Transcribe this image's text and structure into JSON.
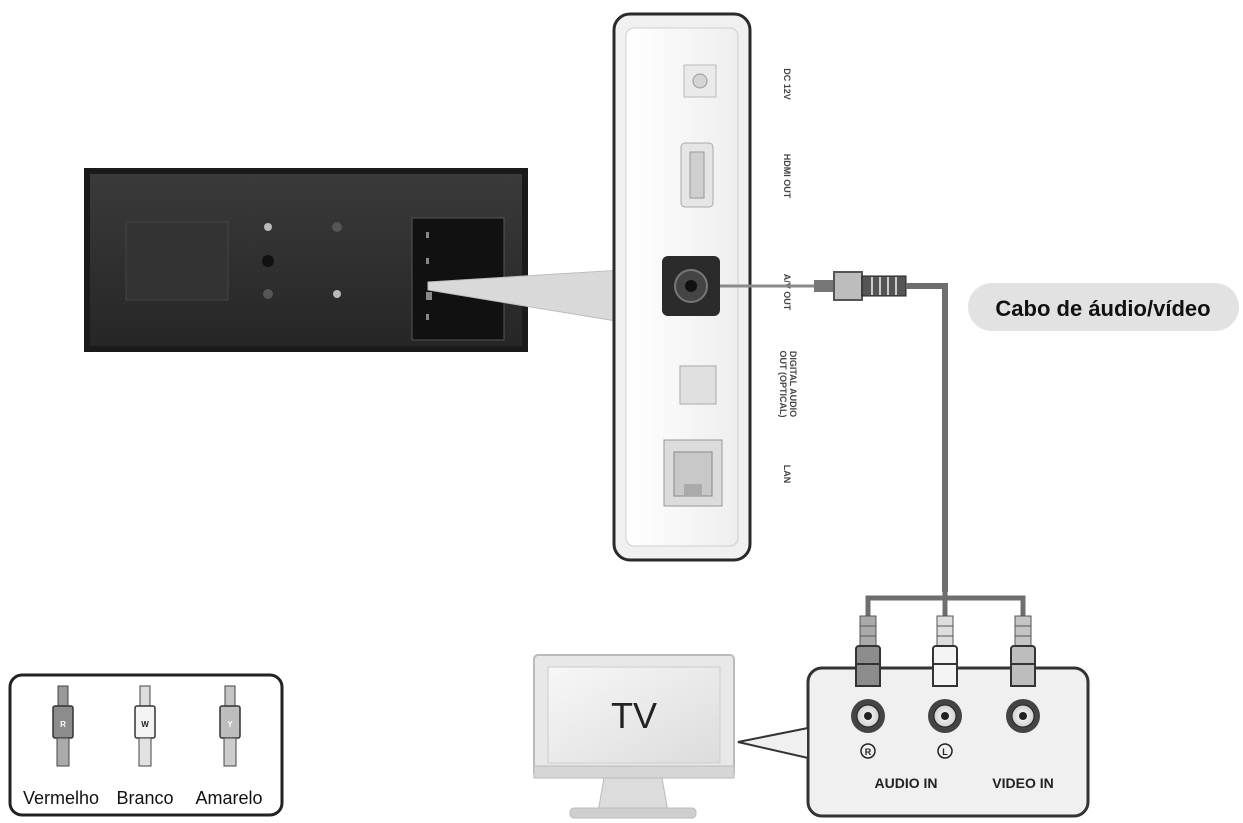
{
  "panel_labels": {
    "dc": "DC 12V",
    "hdmi": "HDMI OUT",
    "av": "A/V OUT",
    "optical_line1": "DIGITAL AUDIO",
    "optical_line2": "OUT (OPTICAL)",
    "lan": "LAN"
  },
  "cable_label": "Cabo de áudio/vídeo",
  "tv_label": "TV",
  "plug_letters": {
    "red": "R",
    "white": "W",
    "yellow": "Y"
  },
  "jack_marks": {
    "right": "R",
    "left": "L"
  },
  "tv_jacks": {
    "audio_in": "AUDIO IN",
    "video_in": "VIDEO IN"
  },
  "legend": {
    "red": "Vermelho",
    "white": "Branco",
    "yellow": "Amarelo"
  },
  "colors": {
    "red": "#8c8c8c",
    "white": "#f2f2f2",
    "yellow": "#bdbdbd",
    "device_body": "#2e2e2e"
  }
}
